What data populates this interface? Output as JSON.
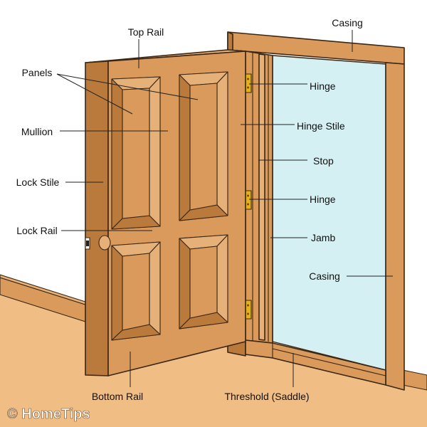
{
  "colors": {
    "wall": "#ffffff",
    "floor": "#f0bd84",
    "wood": "#d99a5b",
    "wood_dark": "#b97a3c",
    "wood_light": "#e6b079",
    "glass": "#d4f0f2",
    "hinge": "#e3b21b",
    "outline": "#3a2612"
  },
  "labels": {
    "top_rail": "Top Rail",
    "casing_top": "Casing",
    "panels": "Panels",
    "hinge_top": "Hinge",
    "mullion": "Mullion",
    "hinge_stile": "Hinge Stile",
    "stop": "Stop",
    "lock_stile": "Lock Stile",
    "hinge_middle": "Hinge",
    "lock_rail": "Lock Rail",
    "jamb": "Jamb",
    "casing_side": "Casing",
    "bottom_rail": "Bottom Rail",
    "threshold": "Threshold (Saddle)"
  },
  "watermark": "© HomeTips"
}
